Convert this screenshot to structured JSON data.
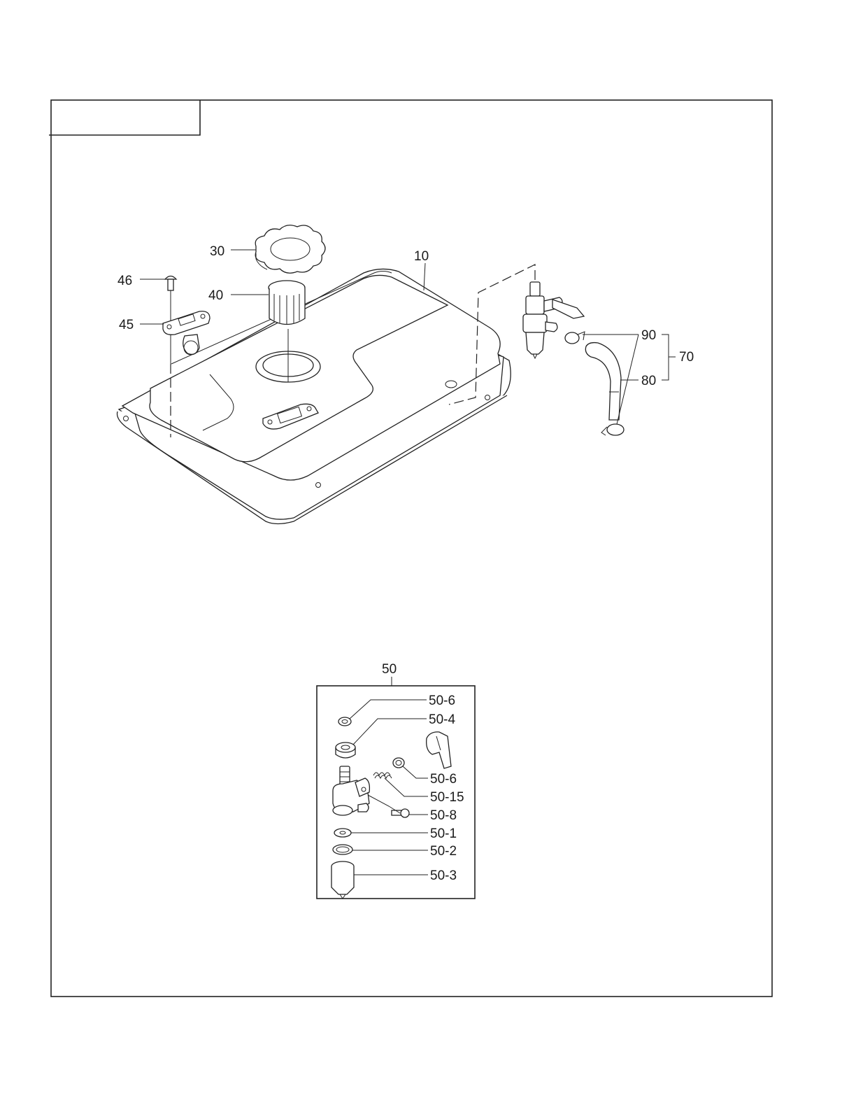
{
  "diagram": {
    "callouts": {
      "tank": "10",
      "cap": "30",
      "strainer": "40",
      "gasket_plate": "45",
      "screw": "46",
      "hose_assy": "70",
      "hose": "80",
      "clamp": "90"
    },
    "valve_inset": {
      "title": "50",
      "parts": [
        "50-6",
        "50-4",
        "50-6",
        "50-15",
        "50-8",
        "50-1",
        "50-2",
        "50-3"
      ]
    }
  }
}
